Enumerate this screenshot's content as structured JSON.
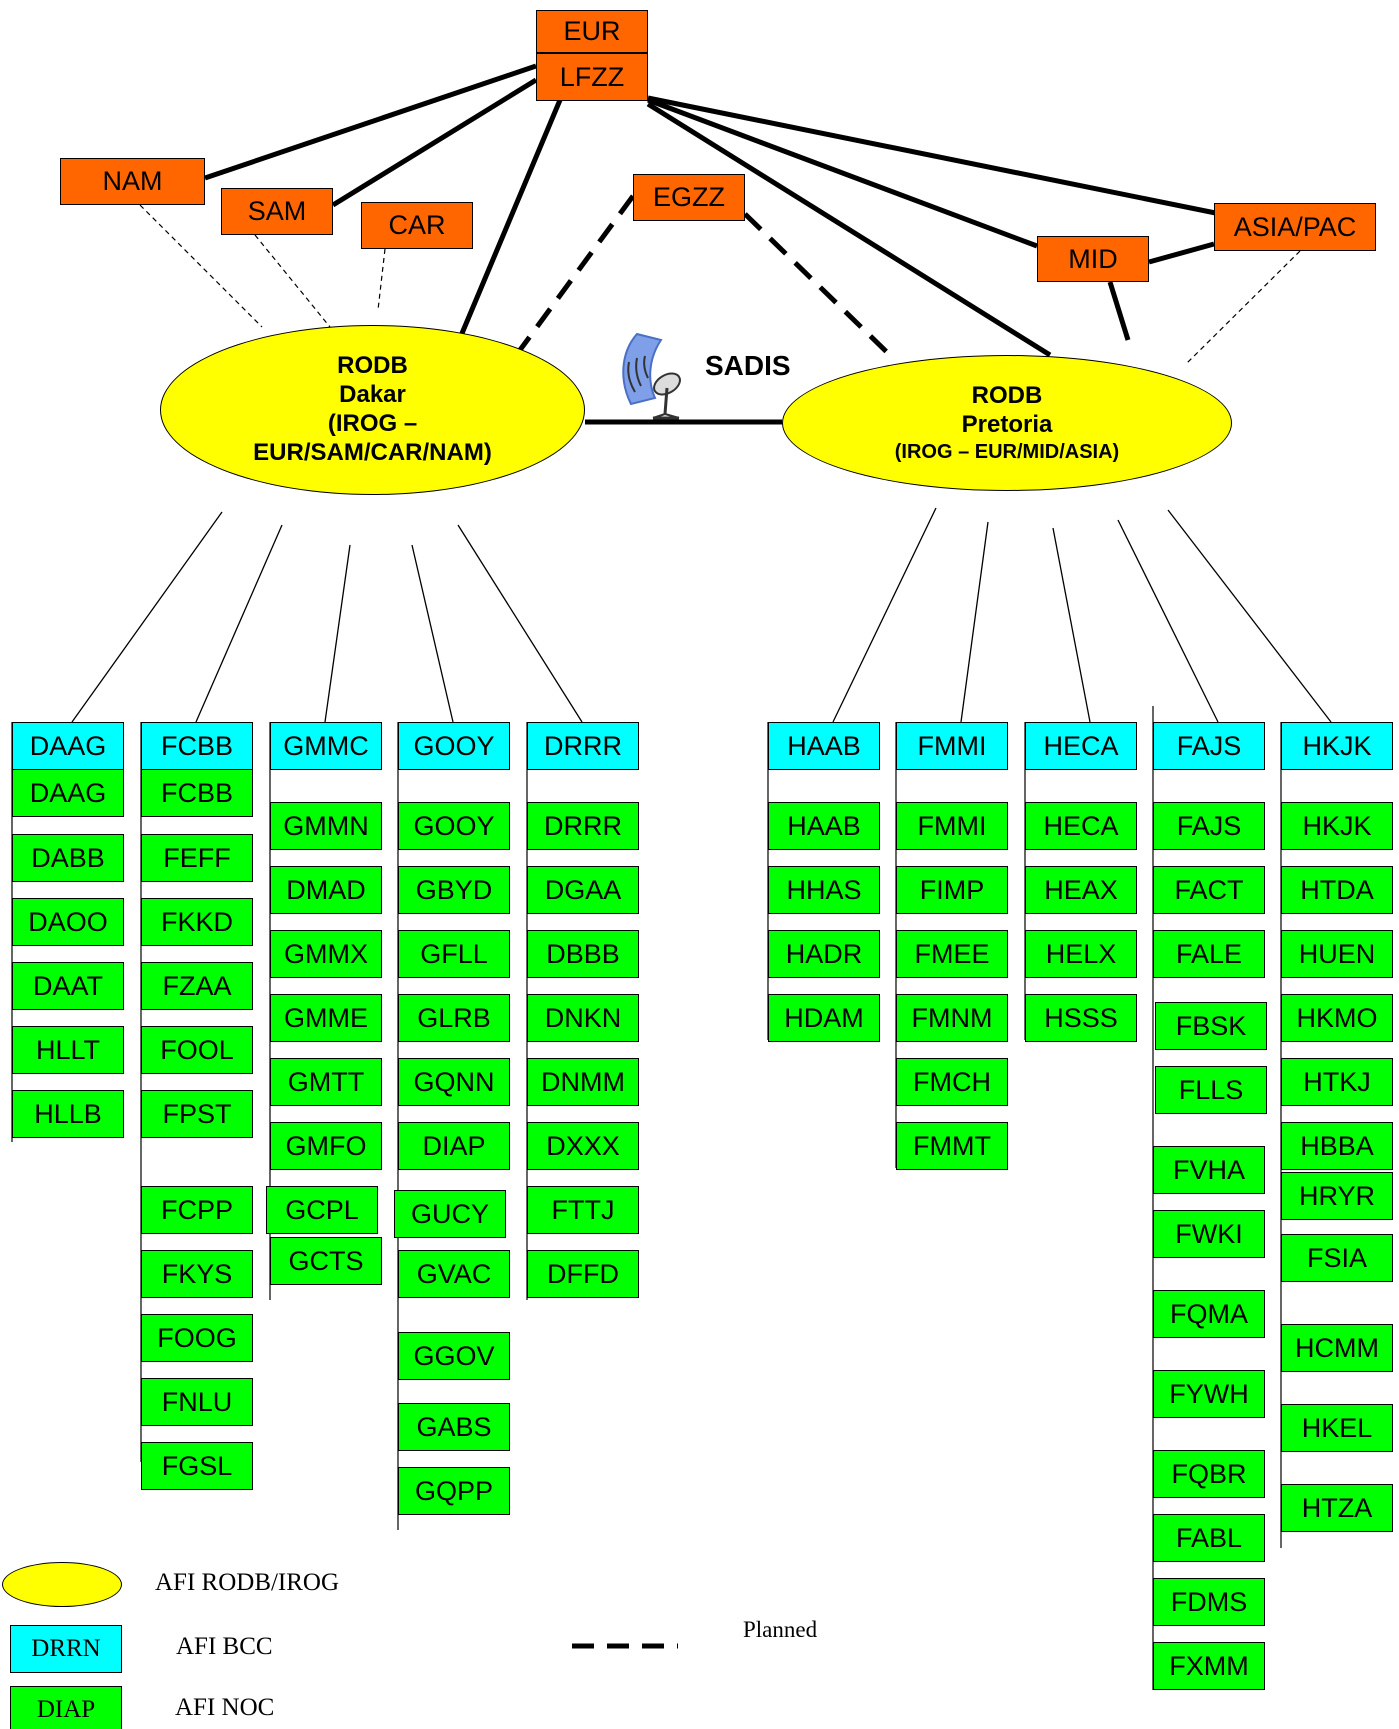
{
  "regions": {
    "eur": "EUR",
    "lfzz": "LFZZ",
    "nam": "NAM",
    "sam": "SAM",
    "car": "CAR",
    "egzz": "EGZZ",
    "mid": "MID",
    "asia_pac": "ASIA/PAC"
  },
  "rodb_dakar": {
    "line1": "RODB",
    "line2": "Dakar",
    "line3": "(IROG –",
    "line4": "EUR/SAM/CAR/NAM)"
  },
  "rodb_pretoria": {
    "line1": "RODB",
    "line2": "Pretoria",
    "line3": "(IROG – EUR/MID/ASIA)"
  },
  "sadis_label": "SADIS",
  "columns": [
    {
      "bcc": "DAAG",
      "nocs": [
        "DAAG",
        "DABB",
        "DAOO",
        "DAAT",
        "HLLT",
        "HLLB"
      ]
    },
    {
      "bcc": "FCBB",
      "nocs": [
        "FCBB",
        "FEFF",
        "FKKD",
        "FZAA",
        "FOOL",
        "FPST",
        "FCPP",
        "FKYS",
        "FOOG",
        "FNLU",
        "FGSL"
      ]
    },
    {
      "bcc": "GMMC",
      "nocs": [
        "GMMN",
        "DMAD",
        "GMMX",
        "GMME",
        "GMTT",
        "GMFO",
        "GCPL",
        "GCTS"
      ]
    },
    {
      "bcc": "GOOY",
      "nocs": [
        "GOOY",
        "GBYD",
        "GFLL",
        "GLRB",
        "GQNN",
        "DIAP",
        "GUCY",
        "GVAC",
        "GGOV",
        "GABS",
        "GQPP"
      ]
    },
    {
      "bcc": "DRRR",
      "nocs": [
        "DRRR",
        "DGAA",
        "DBBB",
        "DNKN",
        "DNMM",
        "DXXX",
        "FTTJ",
        "DFFD"
      ]
    },
    {
      "bcc": "HAAB",
      "nocs": [
        "HAAB",
        "HHAS",
        "HADR",
        "HDAM"
      ]
    },
    {
      "bcc": "FMMI",
      "nocs": [
        "FMMI",
        "FIMP",
        "FMEE",
        "FMNM",
        "FMCH",
        "FMMT"
      ]
    },
    {
      "bcc": "HECA",
      "nocs": [
        "HECA",
        "HEAX",
        "HELX",
        "HSSS"
      ]
    },
    {
      "bcc": "FAJS",
      "nocs": [
        "FAJS",
        "FACT",
        "FALE",
        "FBSK",
        "FLLS",
        "FVHA",
        "FWKI",
        "FQMA",
        "FYWH",
        "FQBR",
        "FABL",
        "FDMS",
        "FXMM"
      ]
    },
    {
      "bcc": "HKJK",
      "nocs": [
        "HKJK",
        "HTDA",
        "HUEN",
        "HKMO",
        "HTKJ",
        "HBBA",
        "HRYR",
        "FSIA",
        "HCMM",
        "HKEL",
        "HTZA"
      ]
    }
  ],
  "legend": {
    "rodb_label": "AFI RODB/IROG",
    "bcc_sample": "DRRN",
    "bcc_label": "AFI BCC",
    "noc_sample": "DIAP",
    "noc_label": "AFI NOC",
    "planned_label": "Planned"
  },
  "colors": {
    "region": "#ff6600",
    "rodb": "#ffff00",
    "bcc": "#00ffff",
    "noc": "#00ff00"
  }
}
